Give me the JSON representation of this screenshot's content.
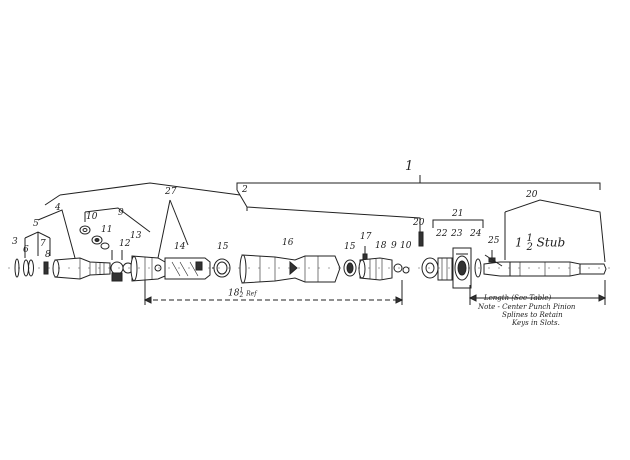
{
  "callouts": {
    "c1": "1",
    "c2": "2",
    "c3": "3",
    "c4": "4",
    "c5": "5",
    "c6": "6",
    "c7": "7",
    "c8": "8",
    "c9": "9",
    "c10": "10",
    "c11": "11",
    "c12": "12",
    "c13": "13",
    "c14": "14",
    "c15a": "15",
    "c16": "16",
    "c15b": "15",
    "c17": "17",
    "c18": "18",
    "c19": "9",
    "c20": "10",
    "c21": "20",
    "c22": "21",
    "c23": "22",
    "c24": "23",
    "c25": "24",
    "c26": "25",
    "c27": "27",
    "c28": "20"
  },
  "dimension": {
    "value_whole": "18",
    "value_num": "1",
    "value_den": "2",
    "suffix": "Ref"
  },
  "stub": {
    "whole": "1",
    "num": "1",
    "den": "2",
    "word": "Stub"
  },
  "length_label": "Length (See Table)",
  "note_lines": [
    "Note - Center Punch Pinion",
    "Splines to Retain",
    "Keys in Slots."
  ]
}
